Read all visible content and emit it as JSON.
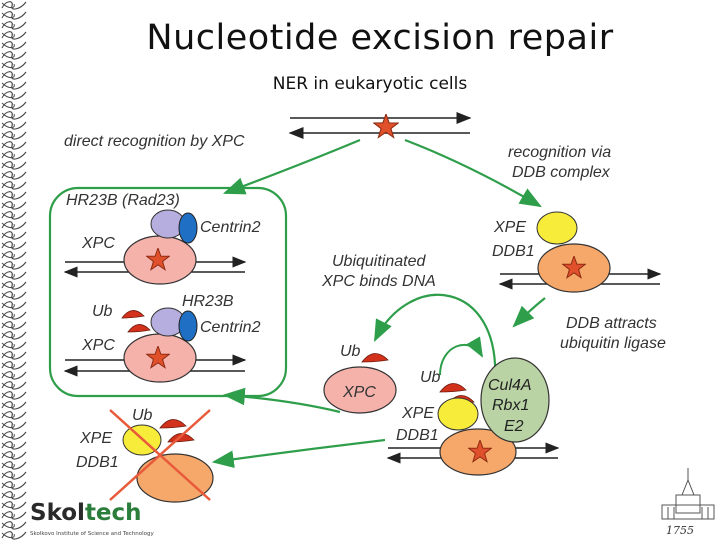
{
  "slide": {
    "title": "Nucleotide excision repair",
    "subtitle": "NER in eukaryotic cells"
  },
  "diagram": {
    "labels": {
      "direct_recognition": "direct recognition by XPC",
      "recognition_via_ddb": "recognition via",
      "recognition_via_ddb_2": "DDB complex",
      "hr23b_rad23": "HR23B (Rad23)",
      "centrin2_top": "Centrin2",
      "xpc_top": "XPC",
      "ub_mid": "Ub",
      "hr23b_mid": "HR23B",
      "centrin2_mid": "Centrin2",
      "xpc_mid": "XPC",
      "xpe_top": "XPE",
      "ddb1_top": "DDB1",
      "ubiquitinated_1": "Ubiquitinated",
      "ubiquitinated_2": "XPC binds DNA",
      "ddb_attracts_1": "DDB attracts",
      "ddb_attracts_2": "ubiquitin ligase",
      "ub_free": "Ub",
      "xpc_free": "XPC",
      "ub_complex": "Ub",
      "cul4a": "Cul4A",
      "rbx1": "Rbx1",
      "e2": "E2",
      "xpe_bottom": "XPE",
      "ddb1_bottom": "DDB1",
      "ub_crossed": "Ub",
      "xpe_crossed": "XPE",
      "ddb1_crossed": "DDB1"
    },
    "colors": {
      "green_arrow": "#2e9e4a",
      "lesion_star": "#e0502a",
      "xpc_pink": "#f5b2ab",
      "hr23b_lilac": "#b7aee0",
      "centrin_blue": "#1f6fc4",
      "ubiquitin_red": "#d2311c",
      "xpe_yellow": "#f7ec3a",
      "ddb1_orange": "#f6a76a",
      "cul4a_green": "#b9d3a4",
      "cross_red": "#e85a3a"
    }
  },
  "branding": {
    "logo_text_1": "Skol",
    "logo_text_2": "tech",
    "logo_subtext": "Skolkovo Institute of Science and Technology",
    "year": "1755",
    "building_icon": "university-building-icon"
  }
}
